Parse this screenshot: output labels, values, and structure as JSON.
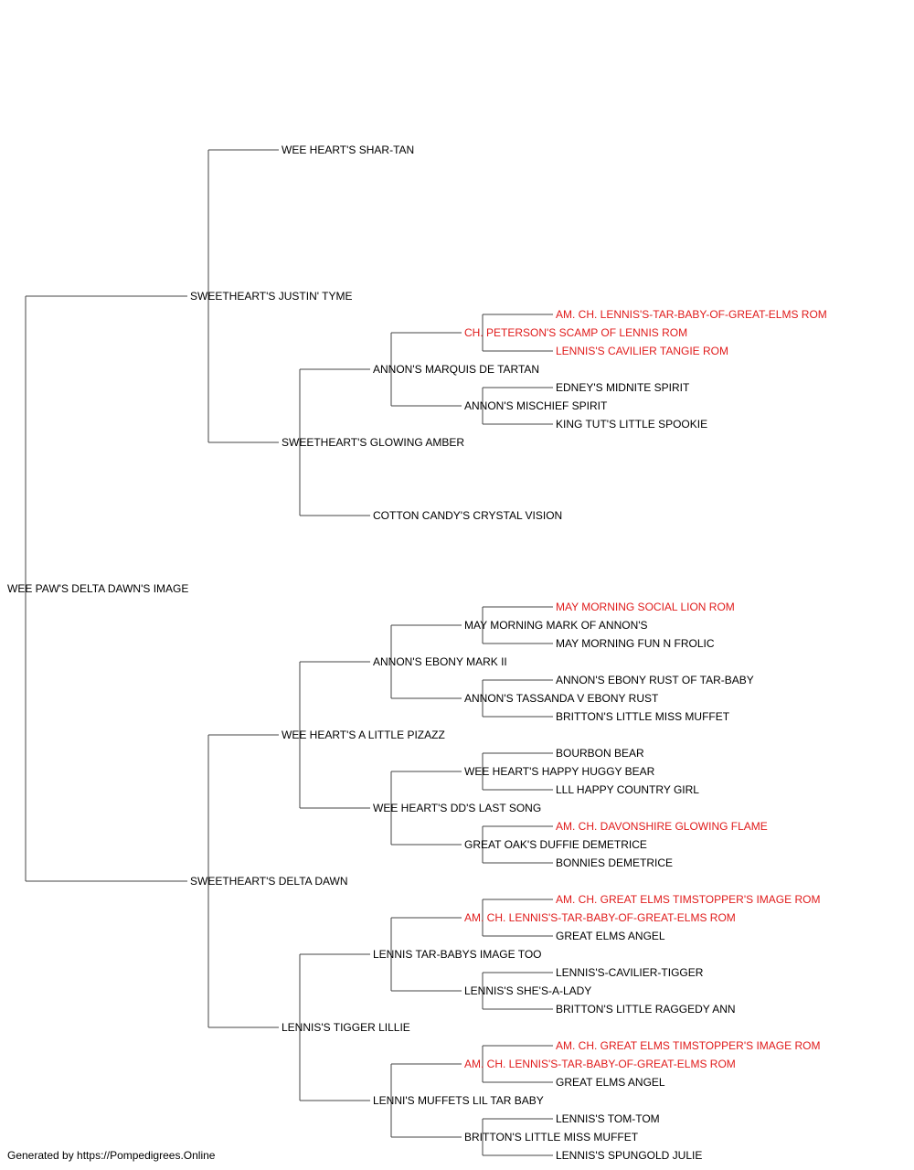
{
  "colors": {
    "champion": "#e01b1b",
    "normal": "#000000",
    "line": "#444444"
  },
  "pedigree": {
    "name": "WEE PAW'S DELTA DAWN'S IMAGE",
    "sire": {
      "name": "SWEETHEART'S JUSTIN' TYME",
      "sire": {
        "name": "WEE HEART'S SHAR-TAN"
      },
      "dam": {
        "name": "SWEETHEART'S GLOWING AMBER",
        "sire": {
          "name": "ANNON'S MARQUIS DE TARTAN",
          "sire": {
            "name": "CH. PETERSON'S SCAMP OF LENNIS ROM",
            "champion": true,
            "sire": {
              "name": "AM. CH. LENNIS'S-TAR-BABY-OF-GREAT-ELMS ROM",
              "champion": true
            },
            "dam": {
              "name": "LENNIS'S CAVILIER TANGIE ROM",
              "champion": true
            }
          },
          "dam": {
            "name": "ANNON'S MISCHIEF SPIRIT",
            "sire": {
              "name": "EDNEY'S MIDNITE SPIRIT"
            },
            "dam": {
              "name": "KING TUT'S LITTLE SPOOKIE"
            }
          }
        },
        "dam": {
          "name": "COTTON CANDY'S CRYSTAL VISION"
        }
      }
    },
    "dam": {
      "name": "SWEETHEART'S DELTA DAWN",
      "sire": {
        "name": "WEE HEART'S A LITTLE PIZAZZ",
        "sire": {
          "name": "ANNON'S EBONY MARK II",
          "sire": {
            "name": "MAY MORNING MARK OF ANNON'S",
            "sire": {
              "name": "MAY MORNING SOCIAL LION ROM",
              "champion": true
            },
            "dam": {
              "name": "MAY MORNING FUN N FROLIC"
            }
          },
          "dam": {
            "name": "ANNON'S TASSANDA V EBONY RUST",
            "sire": {
              "name": "ANNON'S EBONY RUST OF TAR-BABY"
            },
            "dam": {
              "name": "BRITTON'S LITTLE MISS MUFFET"
            }
          }
        },
        "dam": {
          "name": "WEE HEART'S DD'S LAST SONG",
          "sire": {
            "name": "WEE HEART'S HAPPY HUGGY BEAR",
            "sire": {
              "name": "BOURBON BEAR"
            },
            "dam": {
              "name": "LLL HAPPY COUNTRY GIRL"
            }
          },
          "dam": {
            "name": "GREAT OAK'S DUFFIE DEMETRICE",
            "sire": {
              "name": "AM. CH. DAVONSHIRE GLOWING FLAME",
              "champion": true
            },
            "dam": {
              "name": "BONNIES DEMETRICE"
            }
          }
        }
      },
      "dam": {
        "name": "LENNIS'S TIGGER LILLIE",
        "sire": {
          "name": "LENNIS TAR-BABYS IMAGE TOO",
          "sire": {
            "name": "AM. CH. LENNIS'S-TAR-BABY-OF-GREAT-ELMS ROM",
            "champion": true,
            "sire": {
              "name": "AM. CH. GREAT ELMS TIMSTOPPER'S IMAGE ROM",
              "champion": true
            },
            "dam": {
              "name": "GREAT ELMS ANGEL"
            }
          },
          "dam": {
            "name": "LENNIS'S SHE'S-A-LADY",
            "sire": {
              "name": "LENNIS'S-CAVILIER-TIGGER"
            },
            "dam": {
              "name": "BRITTON'S LITTLE RAGGEDY ANN"
            }
          }
        },
        "dam": {
          "name": "LENNI'S MUFFETS LIL TAR BABY",
          "sire": {
            "name": "AM. CH. LENNIS'S-TAR-BABY-OF-GREAT-ELMS ROM",
            "champion": true,
            "sire": {
              "name": "AM. CH. GREAT ELMS TIMSTOPPER'S IMAGE ROM",
              "champion": true
            },
            "dam": {
              "name": "GREAT ELMS ANGEL"
            }
          },
          "dam": {
            "name": "BRITTON'S LITTLE MISS MUFFET",
            "sire": {
              "name": "LENNIS'S TOM-TOM"
            },
            "dam": {
              "name": "LENNIS'S SPUNGOLD JULIE"
            }
          }
        }
      }
    }
  },
  "footer": "Generated by https://Pompedigrees.Online"
}
